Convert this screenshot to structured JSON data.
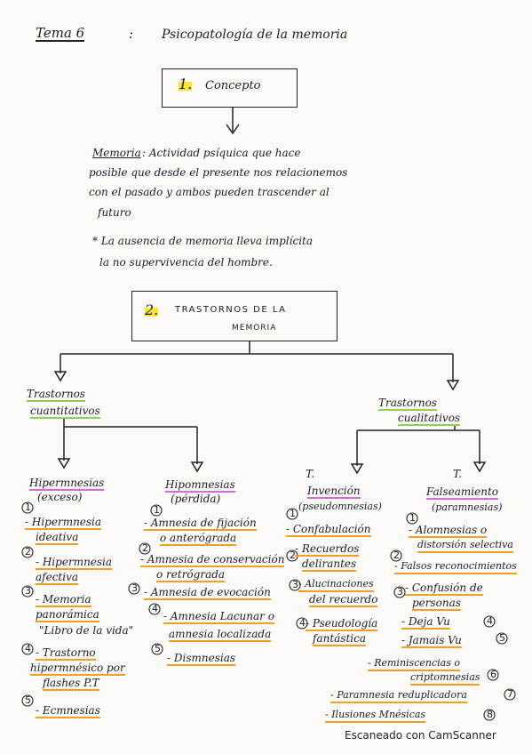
{
  "title": {
    "tema": "Tema 6",
    "colon": ":",
    "topic": "Psicopatología de la memoria"
  },
  "section1": {
    "num": "1.",
    "label": "Concepto"
  },
  "memoria_def": {
    "term": "Memoria",
    "lines": [
      ": Actividad psíquica que hace",
      "posible que desde el presente nos relacionemos",
      "con el pasado y ambos pueden trascender al",
      "futuro"
    ]
  },
  "note": {
    "line1": "* La ausencia de memoria lleva implícita",
    "line2": "la no supervivencia del hombre."
  },
  "section2": {
    "num": "2.",
    "line1": "TRASTORNOS DE LA",
    "line2": "MEMORIA"
  },
  "branch_left": {
    "line1": "Trastornos",
    "line2": "cuantitativos"
  },
  "branch_right": {
    "line1": "Trastornos",
    "line2": "cualitativos"
  },
  "col_hiper": {
    "h1": "Hipermnesias",
    "h2": "(exceso)",
    "items": [
      {
        "n": "1",
        "a": "- Hipermnesia",
        "b": "ideativa"
      },
      {
        "n": "2",
        "a": "- Hipermnesia",
        "b": "afectiva"
      },
      {
        "n": "3",
        "a": "- Memoria",
        "b": "panorámica",
        "c": "\"Libro de la vida\""
      },
      {
        "n": "4",
        "a": "- Trastorno",
        "b": "hipermnésico por",
        "c": "flashes P.T"
      },
      {
        "n": "5",
        "a": "- Ecmnesias"
      }
    ]
  },
  "col_hipo": {
    "h1": "Hipomnesias",
    "h2": "(pérdida)",
    "items": [
      {
        "n": "1",
        "a": "- Amnesia de fijación",
        "b": "o anterógrada"
      },
      {
        "n": "2",
        "a": "- Amnesia de conservación",
        "b": "o retrógrada"
      },
      {
        "n": "3",
        "a": "- Amnesia de evocación"
      },
      {
        "n": "4",
        "a": "- Amnesia Lacunar o",
        "b": "amnesia localizada"
      },
      {
        "n": "5",
        "a": "- Dismnesias"
      }
    ]
  },
  "col_inv": {
    "h0": "T.",
    "h1": "Invención",
    "h2": "(pseudomnesias)",
    "items": [
      {
        "n": "1",
        "a": "- Confabulación"
      },
      {
        "n": "2",
        "a": "- Recuerdos",
        "b": "delirantes"
      },
      {
        "n": "3",
        "a": "- Alucinaciones",
        "b": "del recuerdo"
      },
      {
        "n": "4",
        "a": "- Pseudología",
        "b": "fantástica"
      }
    ]
  },
  "col_fals": {
    "h0": "T.",
    "h1": "Falseamiento",
    "h2": "(paramnesias)",
    "items": [
      {
        "n": "1",
        "a": "- Alomnesias o",
        "b": "distorsión selectiva"
      },
      {
        "n": "2",
        "a": "- Falsos reconocimientos"
      },
      {
        "n": "3",
        "a": "- Confusión de",
        "b": "personas"
      },
      {
        "n": "4",
        "a": "- Deja Vu"
      },
      {
        "n": "5",
        "a": "- Jamais Vu"
      },
      {
        "n": "6",
        "a": "- Reminiscencias o",
        "b": "criptomnesias"
      },
      {
        "n": "7",
        "a": "- Paramnesia reduplicadora"
      },
      {
        "n": "8",
        "a": "- Ilusiones Mnésicas"
      }
    ]
  },
  "watermark": "Escaneado con CamScanner"
}
